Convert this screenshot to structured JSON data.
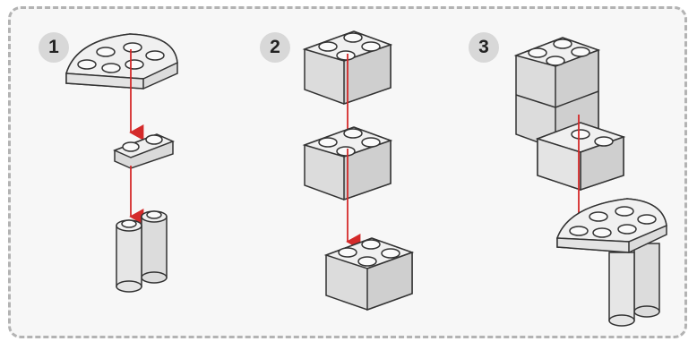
{
  "steps": [
    {
      "number": "1"
    },
    {
      "number": "2"
    },
    {
      "number": "3"
    }
  ],
  "colors": {
    "frame_border": "#b3b3b3",
    "badge_bg": "#d8d8d8",
    "brick_top": "#f2f2f2",
    "brick_side": "#d6d6d6",
    "brick_front": "#e4e4e4",
    "outline": "#333333",
    "arrow": "#d42a2a"
  }
}
